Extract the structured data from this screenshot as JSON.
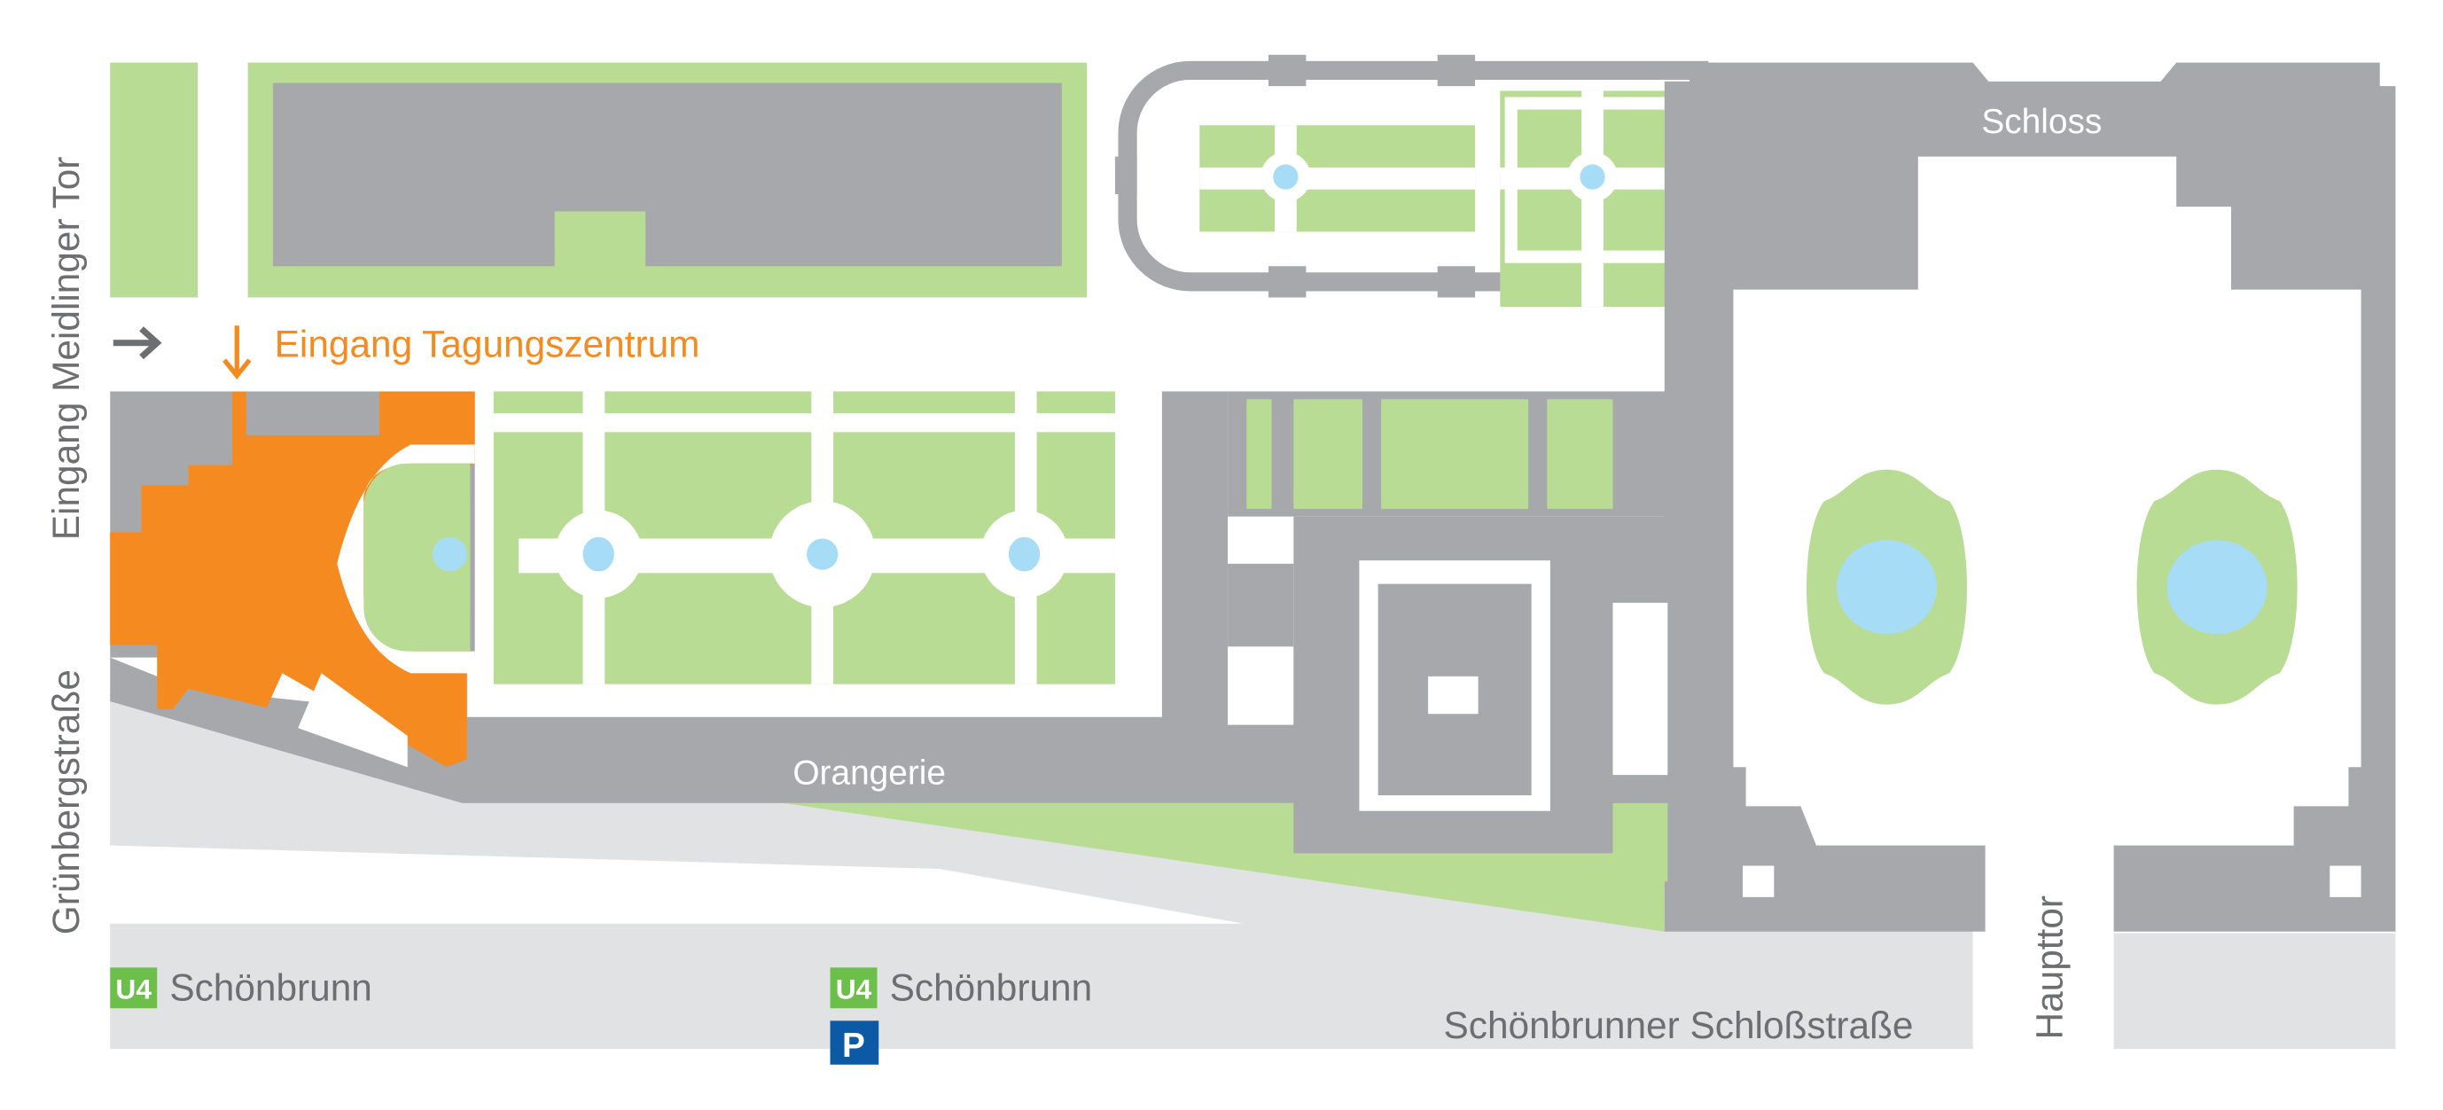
{
  "labels": {
    "schloss": "Schloss",
    "entrance_conference": "Eingang Tagungszentrum",
    "entrance_meidlinger": "Eingang Meidlinger Tor",
    "gruenbergstrasse": "Grünbergstraße",
    "orangerie": "Orangerie",
    "schlossstrasse": "Schönbrunner Schloßstraße",
    "haupttor": "Haupttor"
  },
  "transit": [
    {
      "badge": "U4",
      "station": "Schönbrunn"
    },
    {
      "badge": "U4",
      "station": "Schönbrunn"
    }
  ],
  "parking": {
    "badge": "P"
  },
  "icons": [
    "arrow-right-icon",
    "arrow-down-icon",
    "subway-badge-icon",
    "parking-icon"
  ],
  "colors": {
    "green": "#b9dc95",
    "building": "#a7a8ab",
    "street": "#e1e2e3",
    "highlight": "#f58b20",
    "water": "#a6dcf5",
    "text": "#6d6e71",
    "ubahn": "#6cbf4a",
    "parking": "#0c5aa6"
  }
}
